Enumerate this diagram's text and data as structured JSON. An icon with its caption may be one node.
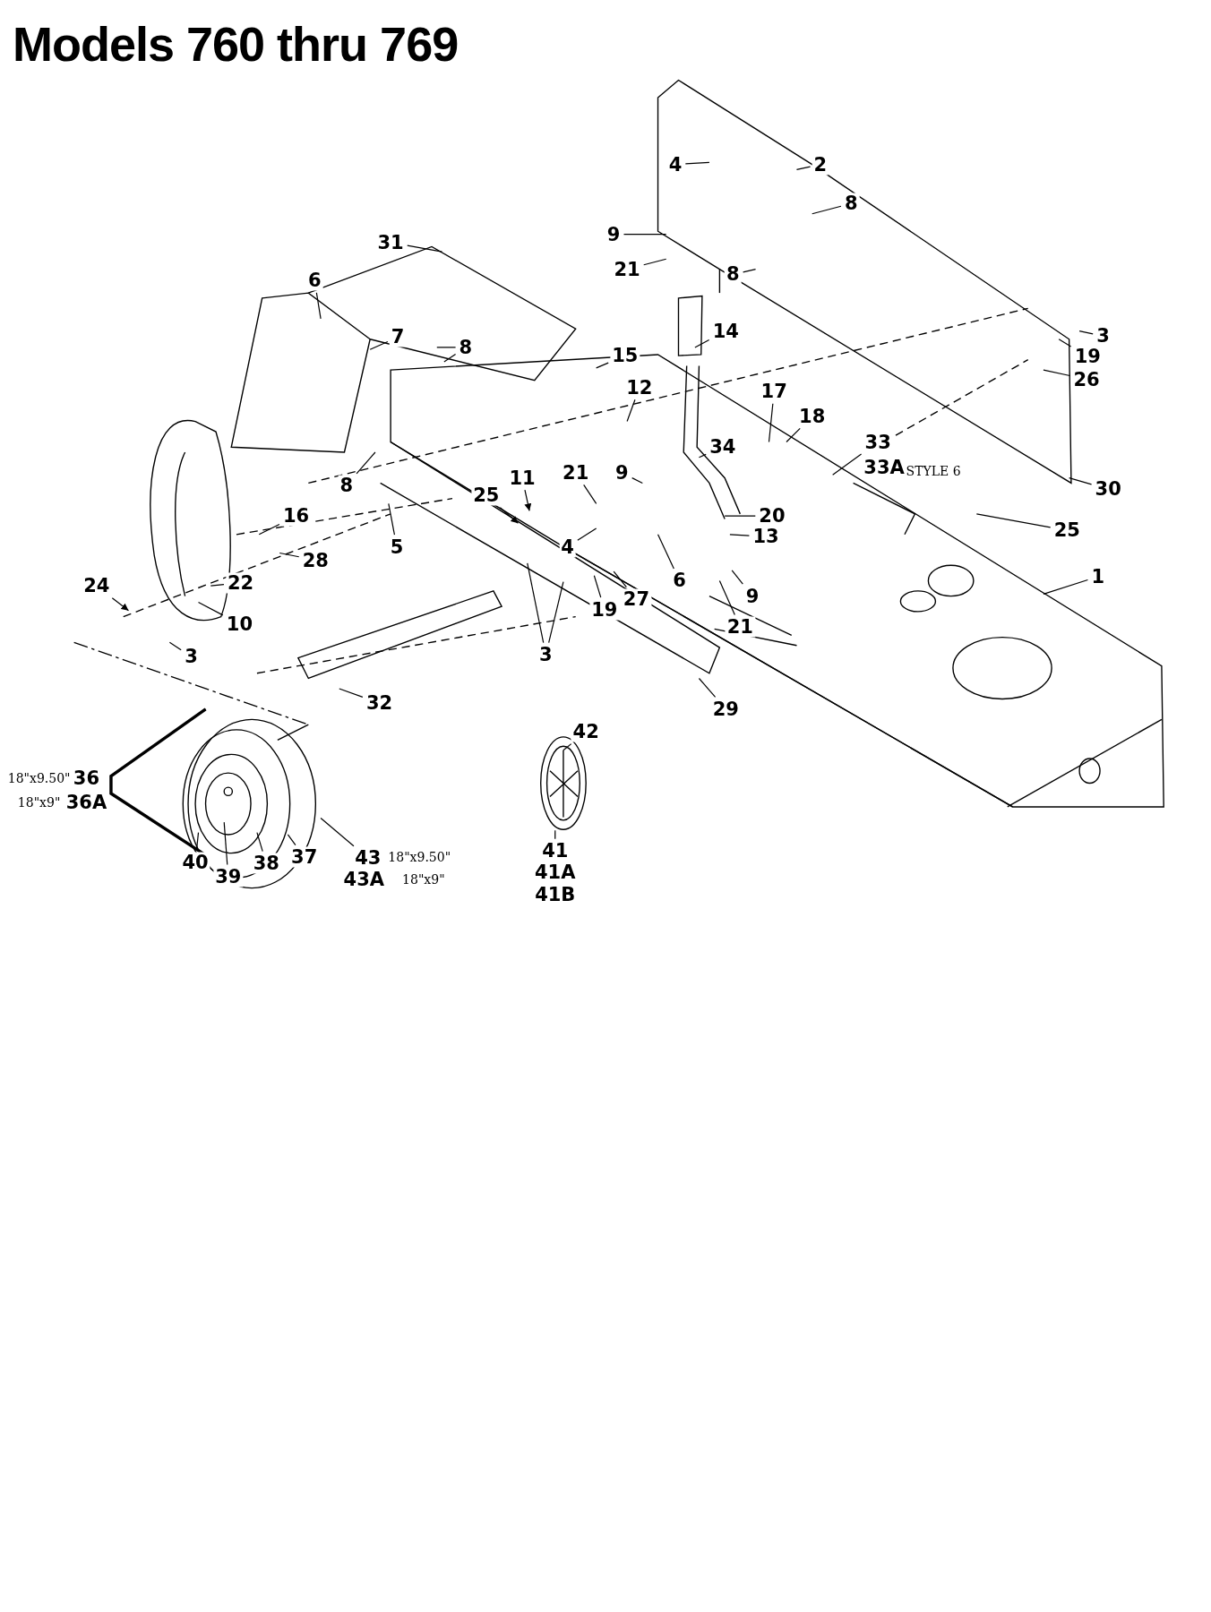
{
  "diagram": {
    "title": "Models 760 thru 769",
    "nodes": [
      {
        "text": [
          "2"
        ]
      },
      {
        "text": [
          "4"
        ]
      },
      {
        "text": [
          "8"
        ]
      },
      {
        "text": [
          "9"
        ]
      },
      {
        "text": [
          "21"
        ]
      },
      {
        "text": [
          "8"
        ]
      },
      {
        "text": [
          "31"
        ]
      },
      {
        "text": [
          "6"
        ]
      },
      {
        "text": [
          "7"
        ]
      },
      {
        "text": [
          "8"
        ]
      },
      {
        "text": [
          "15"
        ]
      },
      {
        "text": [
          "14"
        ]
      },
      {
        "text": [
          "3"
        ]
      },
      {
        "text": [
          "19"
        ]
      },
      {
        "text": [
          "26"
        ]
      },
      {
        "text": [
          "12"
        ]
      },
      {
        "text": [
          "17"
        ]
      },
      {
        "text": [
          "18"
        ]
      },
      {
        "text": [
          "33"
        ]
      },
      {
        "text": [
          "33A"
        ]
      },
      {
        "text": [
          "34"
        ]
      },
      {
        "text": [
          "8"
        ]
      },
      {
        "text": [
          "21"
        ]
      },
      {
        "text": [
          "9"
        ]
      },
      {
        "text": [
          "11"
        ]
      },
      {
        "text": [
          "25"
        ]
      },
      {
        "text": [
          "16"
        ]
      },
      {
        "text": [
          "5"
        ]
      },
      {
        "text": [
          "20"
        ]
      },
      {
        "text": [
          "4"
        ]
      },
      {
        "text": [
          "13"
        ]
      },
      {
        "text": [
          "25"
        ]
      },
      {
        "text": [
          "30"
        ]
      },
      {
        "text": [
          "1"
        ]
      },
      {
        "text": [
          "28"
        ]
      },
      {
        "text": [
          "24"
        ]
      },
      {
        "text": [
          "22"
        ]
      },
      {
        "text": [
          "10"
        ]
      },
      {
        "text": [
          "6"
        ]
      },
      {
        "text": [
          "27"
        ]
      },
      {
        "text": [
          "19"
        ]
      },
      {
        "text": [
          "9"
        ]
      },
      {
        "text": [
          "3"
        ]
      },
      {
        "text": [
          "3"
        ]
      },
      {
        "text": [
          "21"
        ]
      },
      {
        "text": [
          "32"
        ]
      },
      {
        "text": [
          "29"
        ]
      },
      {
        "text": [
          "36"
        ]
      },
      {
        "text": [
          "36A"
        ]
      },
      {
        "text": [
          "40"
        ]
      },
      {
        "text": [
          "39"
        ]
      },
      {
        "text": [
          "38"
        ]
      },
      {
        "text": [
          "37"
        ]
      },
      {
        "text": [
          "43"
        ]
      },
      {
        "text": [
          "43A"
        ]
      },
      {
        "text": [
          "42"
        ]
      },
      {
        "text": [
          "41"
        ]
      },
      {
        "text": [
          "41A"
        ]
      },
      {
        "text": [
          "41B"
        ]
      }
    ],
    "edges": [
      {
        "from": 0,
        "to": null,
        "arrow": "none"
      },
      {
        "from": 1,
        "to": null,
        "arrow": "none"
      },
      {
        "from": 2,
        "to": null,
        "arrow": "none"
      },
      {
        "from": 3,
        "to": null,
        "arrow": "none"
      },
      {
        "from": 4,
        "to": null,
        "arrow": "none"
      },
      {
        "from": 5,
        "to": null,
        "arrow": "none"
      },
      {
        "from": 6,
        "to": null,
        "arrow": "none"
      },
      {
        "from": 7,
        "to": null,
        "arrow": "none"
      },
      {
        "from": 8,
        "to": null,
        "arrow": "none"
      },
      {
        "from": 9,
        "to": null,
        "arrow": "none"
      },
      {
        "from": 9,
        "to": null,
        "arrow": "none"
      },
      {
        "from": 10,
        "to": null,
        "arrow": "none"
      },
      {
        "from": 11,
        "to": null,
        "arrow": "none"
      },
      {
        "from": 12,
        "to": null,
        "arrow": "none"
      },
      {
        "from": 13,
        "to": null,
        "arrow": "none"
      },
      {
        "from": 14,
        "to": null,
        "arrow": "none"
      },
      {
        "from": 15,
        "to": null,
        "arrow": "none"
      },
      {
        "from": 16,
        "to": null,
        "arrow": "none"
      },
      {
        "from": 17,
        "to": null,
        "arrow": "none"
      },
      {
        "from": 18,
        "to": null,
        "arrow": "none"
      },
      {
        "from": 20,
        "to": null,
        "arrow": "none"
      },
      {
        "from": 21,
        "to": null,
        "arrow": "none"
      },
      {
        "from": 22,
        "to": null,
        "arrow": "none"
      },
      {
        "from": 23,
        "to": null,
        "arrow": "none"
      },
      {
        "from": 24,
        "to": null,
        "arrow": "to"
      },
      {
        "from": 25,
        "to": null,
        "arrow": "to"
      },
      {
        "from": 26,
        "to": null,
        "arrow": "none"
      },
      {
        "from": 27,
        "to": null,
        "arrow": "none"
      },
      {
        "from": 28,
        "to": null,
        "arrow": "none"
      },
      {
        "from": 29,
        "to": null,
        "arrow": "none"
      },
      {
        "from": 30,
        "to": null,
        "arrow": "none"
      },
      {
        "from": 31,
        "to": null,
        "arrow": "none"
      },
      {
        "from": 32,
        "to": null,
        "arrow": "none"
      },
      {
        "from": 33,
        "to": null,
        "arrow": "none"
      },
      {
        "from": 34,
        "to": null,
        "arrow": "none"
      },
      {
        "from": 35,
        "to": null,
        "arrow": "to"
      },
      {
        "from": 36,
        "to": null,
        "arrow": "none"
      },
      {
        "from": 37,
        "to": null,
        "arrow": "none"
      },
      {
        "from": 38,
        "to": null,
        "arrow": "none"
      },
      {
        "from": 39,
        "to": null,
        "arrow": "none"
      },
      {
        "from": 40,
        "to": null,
        "arrow": "none"
      },
      {
        "from": 41,
        "to": null,
        "arrow": "none"
      },
      {
        "from": 42,
        "to": null,
        "arrow": "none"
      },
      {
        "from": 43,
        "to": null,
        "arrow": "none"
      },
      {
        "from": 43,
        "to": null,
        "arrow": "none"
      },
      {
        "from": 44,
        "to": null,
        "arrow": "none"
      },
      {
        "from": 45,
        "to": null,
        "arrow": "none"
      },
      {
        "from": 46,
        "to": null,
        "arrow": "none"
      },
      {
        "from": 49,
        "to": null,
        "arrow": "none"
      },
      {
        "from": 50,
        "to": null,
        "arrow": "none"
      },
      {
        "from": 51,
        "to": null,
        "arrow": "none"
      },
      {
        "from": 52,
        "to": null,
        "arrow": "none"
      },
      {
        "from": 53,
        "to": null,
        "arrow": "none"
      },
      {
        "from": 55,
        "to": null,
        "arrow": "none"
      },
      {
        "from": 56,
        "to": null,
        "arrow": "none"
      }
    ],
    "labels": [
      "STYLE 6",
      "18\"x9.50\"",
      "18\"x9\"",
      "18\"x9.50\"",
      "18\"x9\""
    ]
  }
}
